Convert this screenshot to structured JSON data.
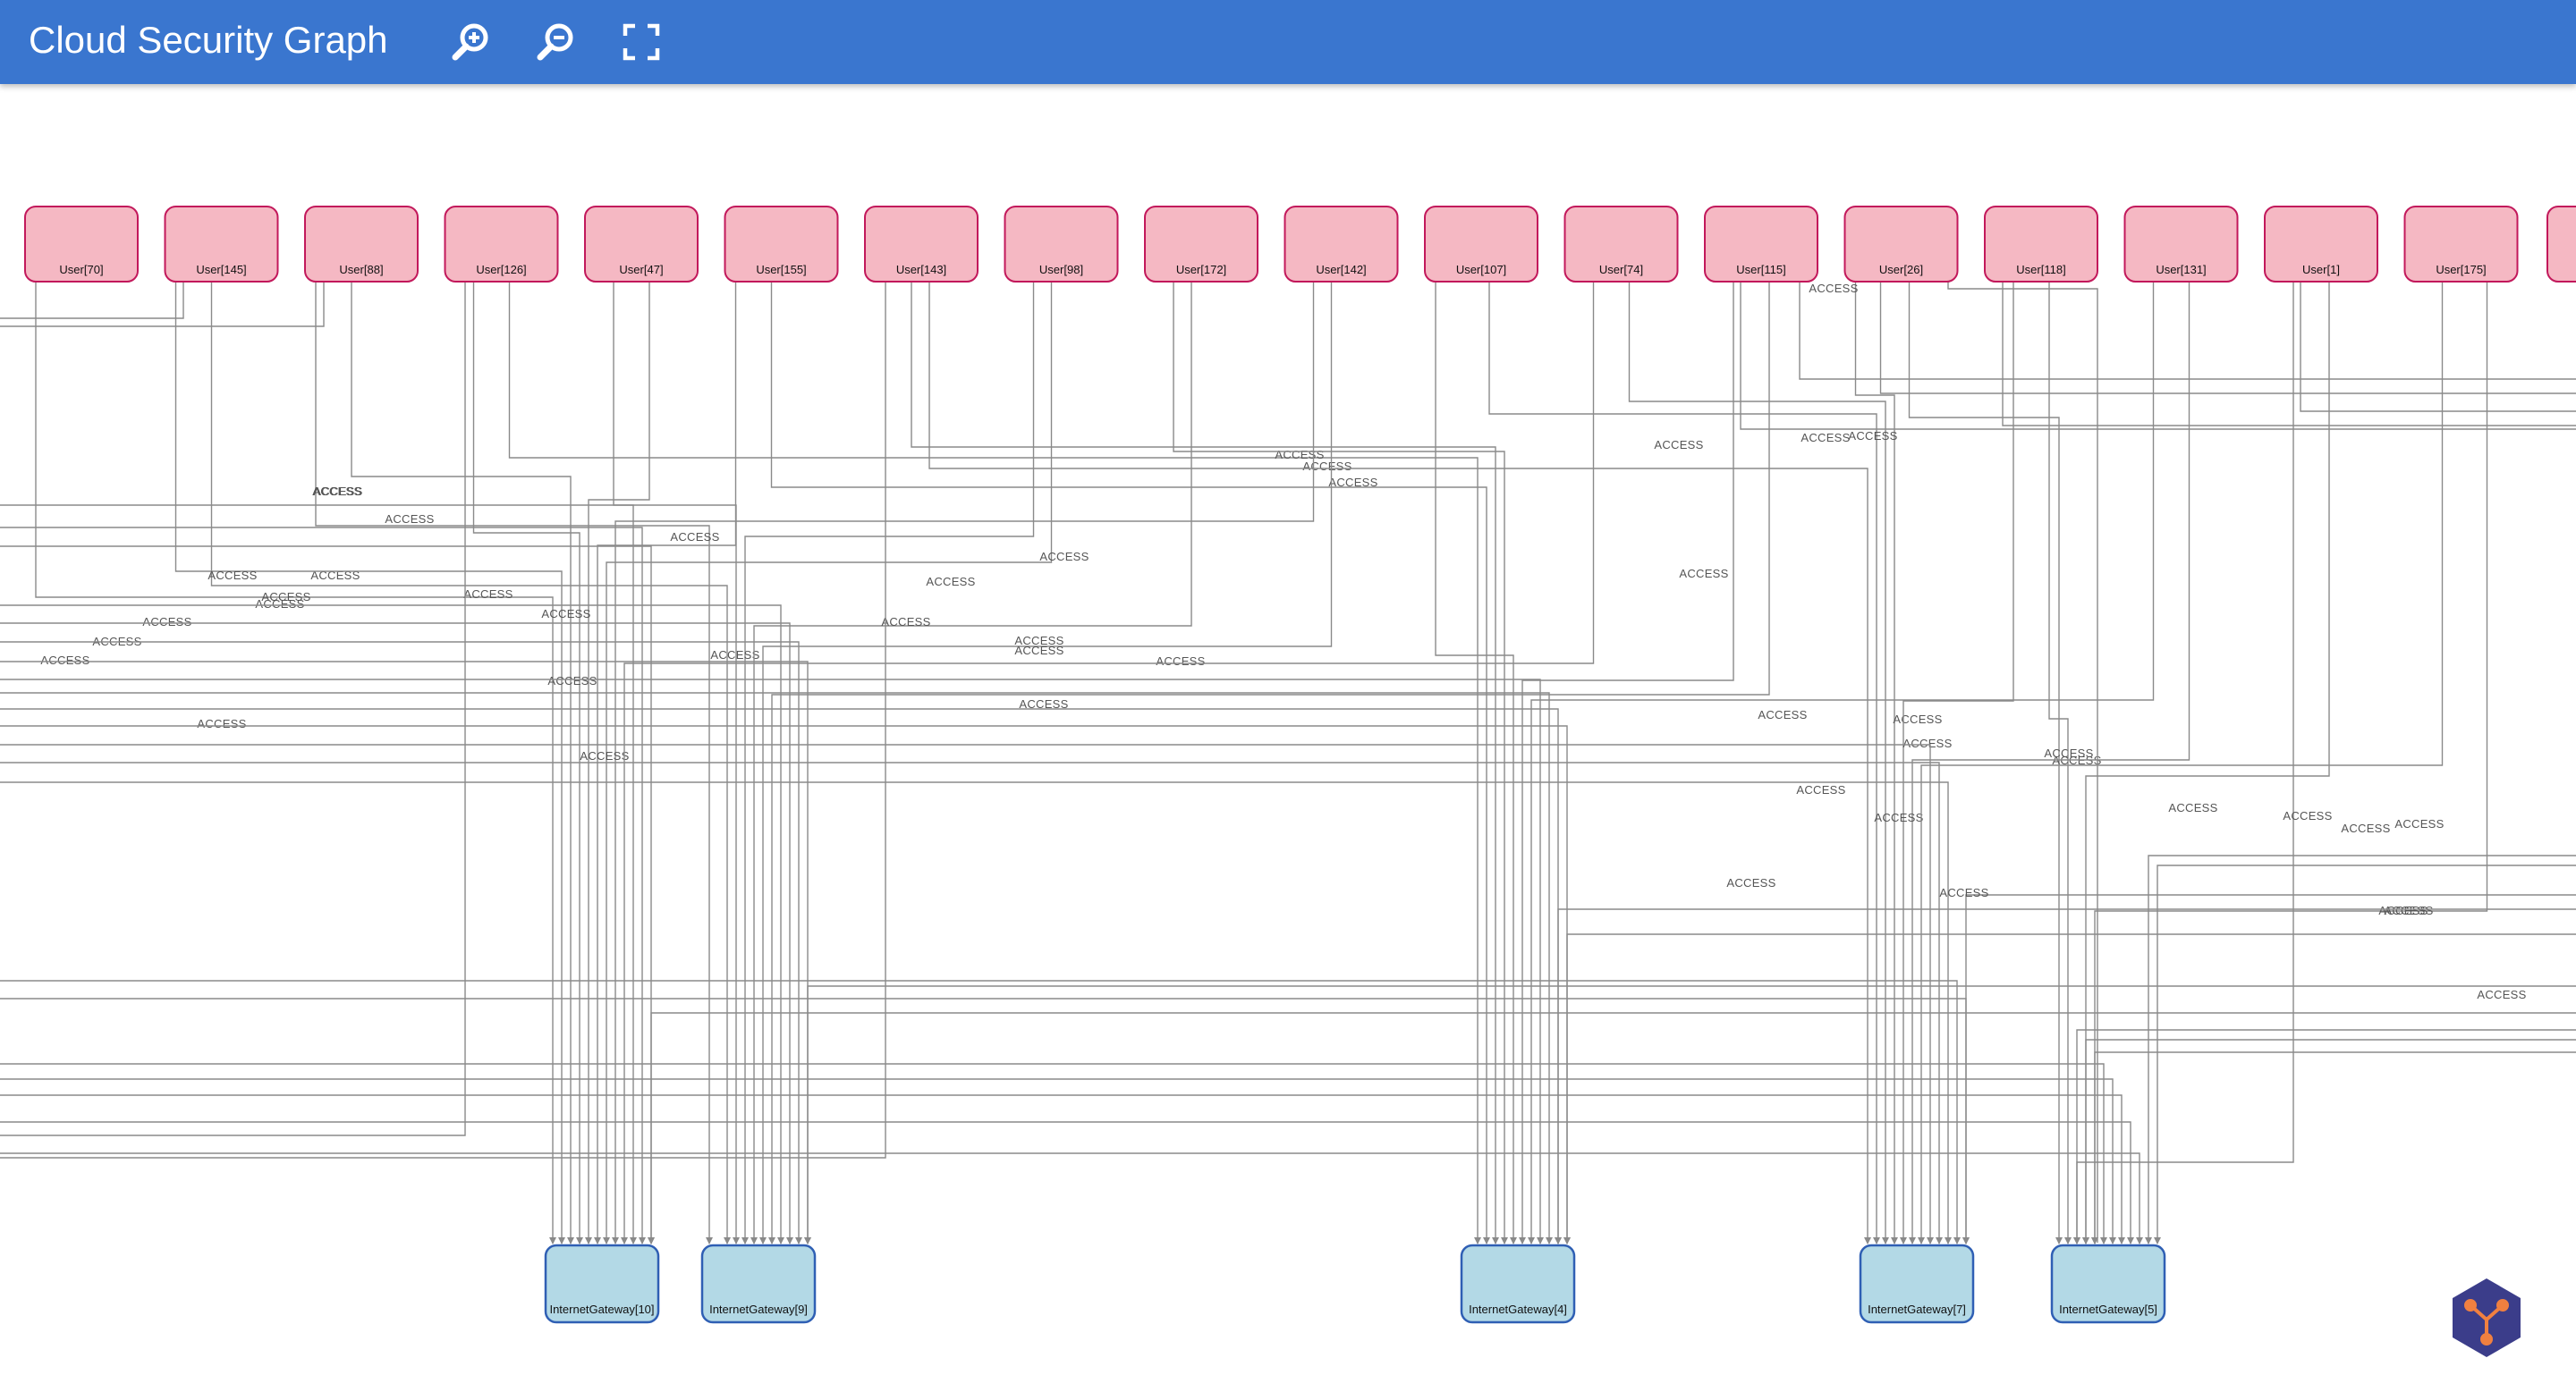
{
  "header": {
    "title": "Cloud Security Graph",
    "background": "#3a76cf",
    "tools": [
      {
        "name": "zoom-in-icon"
      },
      {
        "name": "zoom-out-icon"
      },
      {
        "name": "fit-screen-icon"
      }
    ]
  },
  "colors": {
    "user_fill": "#f5b8c3",
    "user_stroke": "#c2185b",
    "gateway_fill": "#b3d9e6",
    "gateway_stroke": "#2f5fb4",
    "edge": "#8a8a8a",
    "logo": "#3b3d8a",
    "logo_accent": "#f08040"
  },
  "graph": {
    "user_nodes": [
      "User[70]",
      "User[145]",
      "User[88]",
      "User[126]",
      "User[47]",
      "User[155]",
      "User[143]",
      "User[98]",
      "User[172]",
      "User[142]",
      "User[107]",
      "User[74]",
      "User[115]",
      "User[26]",
      "User[118]",
      "User[131]",
      "User[1]",
      "User[175]"
    ],
    "gateway_nodes": [
      "InternetGateway[10]",
      "InternetGateway[9]",
      "InternetGateway[4]",
      "InternetGateway[7]",
      "InternetGateway[5]"
    ],
    "edge_label": "ACCESS"
  },
  "logo": {
    "name": "graph-logo-icon"
  }
}
